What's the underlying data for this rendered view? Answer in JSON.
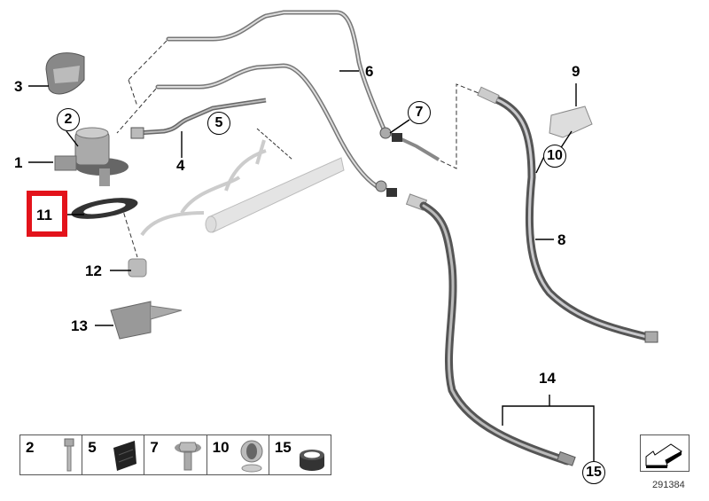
{
  "diagram": {
    "callouts": [
      "1",
      "2",
      "3",
      "4",
      "5",
      "6",
      "7",
      "8",
      "9",
      "10",
      "11",
      "12",
      "13",
      "14",
      "15"
    ],
    "highlighted_callout": "11",
    "highlight_color": "#e3131b",
    "legend": [
      {
        "number": "2",
        "part": "bolt-icon"
      },
      {
        "number": "5",
        "part": "rubber-block-icon"
      },
      {
        "number": "7",
        "part": "hex-bolt-icon"
      },
      {
        "number": "10",
        "part": "grommet-clip-icon"
      },
      {
        "number": "15",
        "part": "sleeve-ring-icon"
      }
    ],
    "image_number": "291384"
  }
}
